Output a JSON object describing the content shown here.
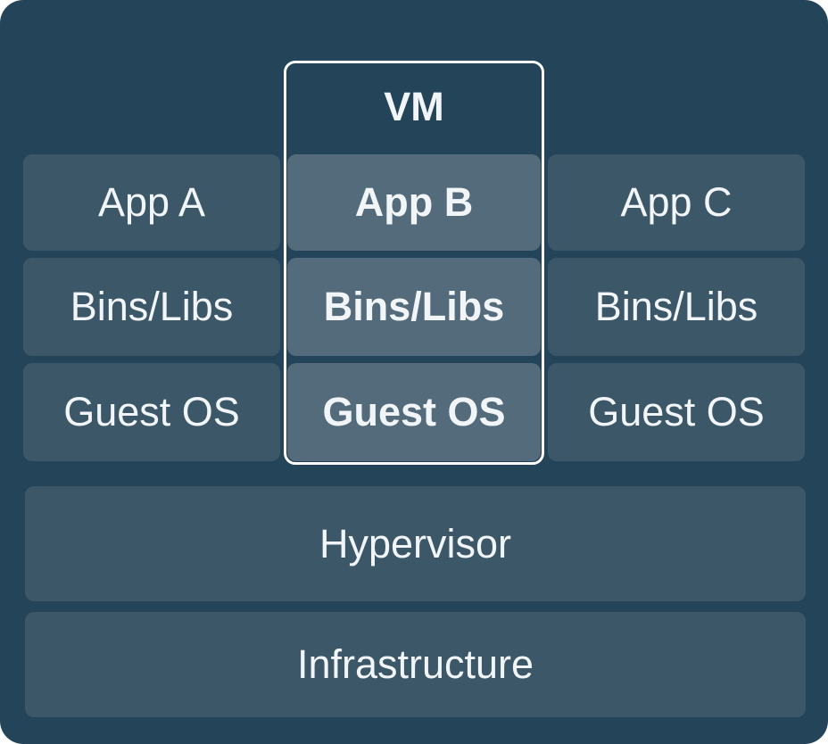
{
  "colors": {
    "background": "#24445A",
    "box": "#3C5768",
    "vm_box": "#546B7C",
    "vm_border": "#FFFFFF",
    "text": "#F1F5F7"
  },
  "diagram": {
    "vm_label": "VM",
    "columns": [
      {
        "boxes": [
          "App A",
          "Bins/Libs",
          "Guest OS"
        ]
      },
      {
        "boxes": [
          "App B",
          "Bins/Libs",
          "Guest OS"
        ]
      },
      {
        "boxes": [
          "App C",
          "Bins/Libs",
          "Guest OS"
        ]
      }
    ],
    "layers": [
      "Hypervisor",
      "Infrastructure"
    ]
  }
}
